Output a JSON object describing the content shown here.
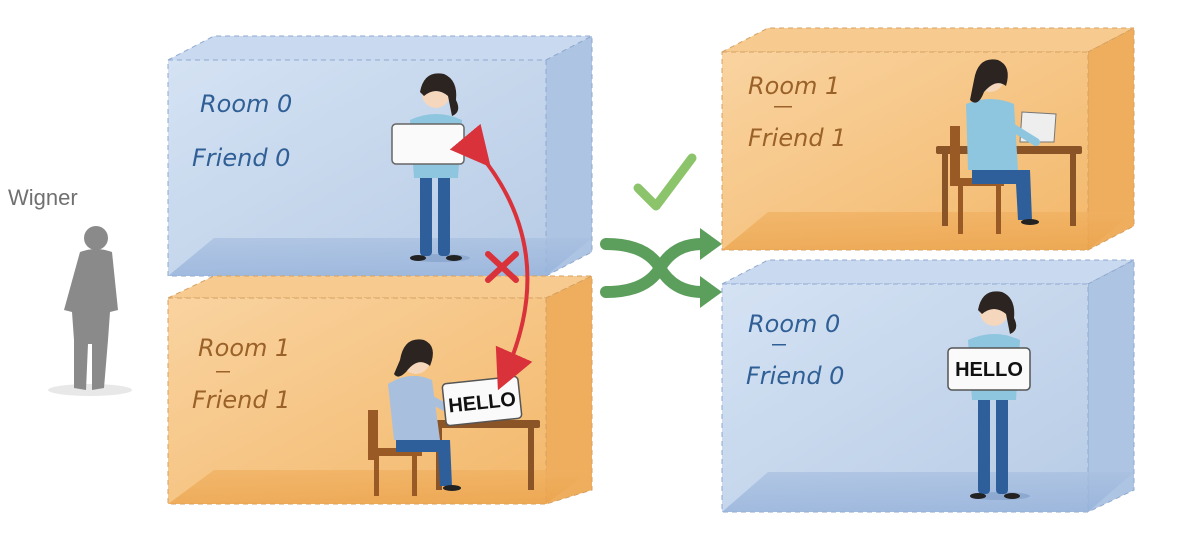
{
  "observer": {
    "label": "Wigner"
  },
  "left_rooms": [
    {
      "room": "Room 0",
      "friend": "Friend 0",
      "color": "#bfd2ea",
      "sign_text": ""
    },
    {
      "room": "Room 1",
      "friend": "Friend 1",
      "color": "#f5c07a",
      "sign_text": "HELLO"
    }
  ],
  "right_rooms": [
    {
      "room": "Room 1",
      "friend": "Friend 1",
      "color": "#f5c07a",
      "sign_text": ""
    },
    {
      "room": "Room 0",
      "friend": "Friend 0",
      "color": "#bfd2ea",
      "sign_text": "HELLO"
    }
  ],
  "marks": {
    "forbidden": "cross-icon",
    "allowed": "check-icon",
    "swap": "shuffle-arrows-icon"
  },
  "colors": {
    "blue_room": "#bfd2ea",
    "orange_room": "#f5c07a",
    "red_arrow": "#d9323a",
    "green_arrow": "#5c9e5c",
    "check": "#8cc46c",
    "silhouette": "#8a8a8a"
  }
}
